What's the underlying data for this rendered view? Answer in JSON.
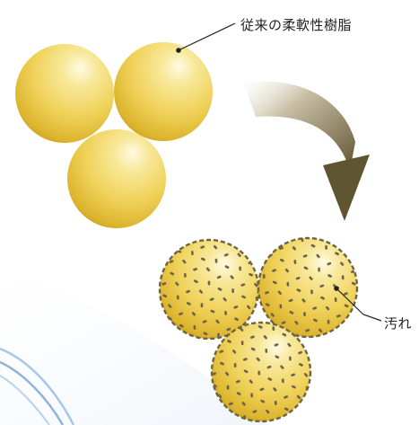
{
  "labels": {
    "conventional_resin": "従来の柔軟性樹脂",
    "dirt": "汚れ"
  },
  "colors": {
    "sphere_highlight": "#fffbe3",
    "sphere_mid": "#f2d45a",
    "sphere_dark": "#d4a820",
    "sphere_edge": "#b8901a",
    "dashed_outline": "#6e6440",
    "dirt_spot": "#6b6248",
    "arrow_dark": "#5f5530",
    "arrow_light": "#f4f2ec",
    "background_swoosh": "#9fc0e4",
    "leader_line": "#222222"
  },
  "icons": [
    "clean-resin-sphere",
    "dirty-resin-sphere",
    "curved-arrow"
  ]
}
